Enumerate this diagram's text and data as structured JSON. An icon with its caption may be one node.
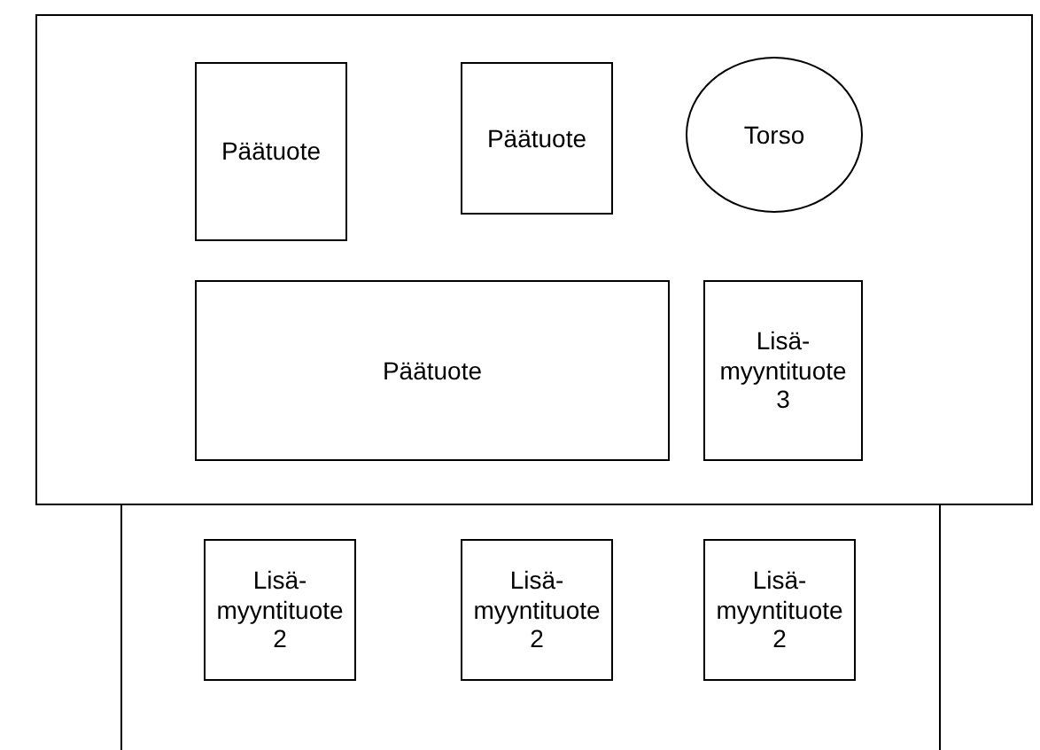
{
  "diagram": {
    "nodes": [
      {
        "text": [],
        "shape": "box"
      },
      {
        "text": [
          "Päätuote"
        ],
        "in": 0
      },
      {
        "text": [
          "Päätuote"
        ],
        "in": 0
      },
      {
        "text": [
          "Torso"
        ],
        "in": 0
      },
      {
        "text": [
          "Päätuote"
        ],
        "in": 0
      },
      {
        "text": [
          "Lisä-myyntituote 3"
        ],
        "in": 0
      },
      {
        "text": [],
        "shape": "open-frame"
      },
      {
        "text": [
          "Lisä-myyntituote 2"
        ],
        "in": 6
      },
      {
        "text": [
          "Lisä-myyntituote 2"
        ],
        "in": 6
      },
      {
        "text": [
          "Lisä-myyntituote 2"
        ],
        "in": 6
      }
    ]
  }
}
